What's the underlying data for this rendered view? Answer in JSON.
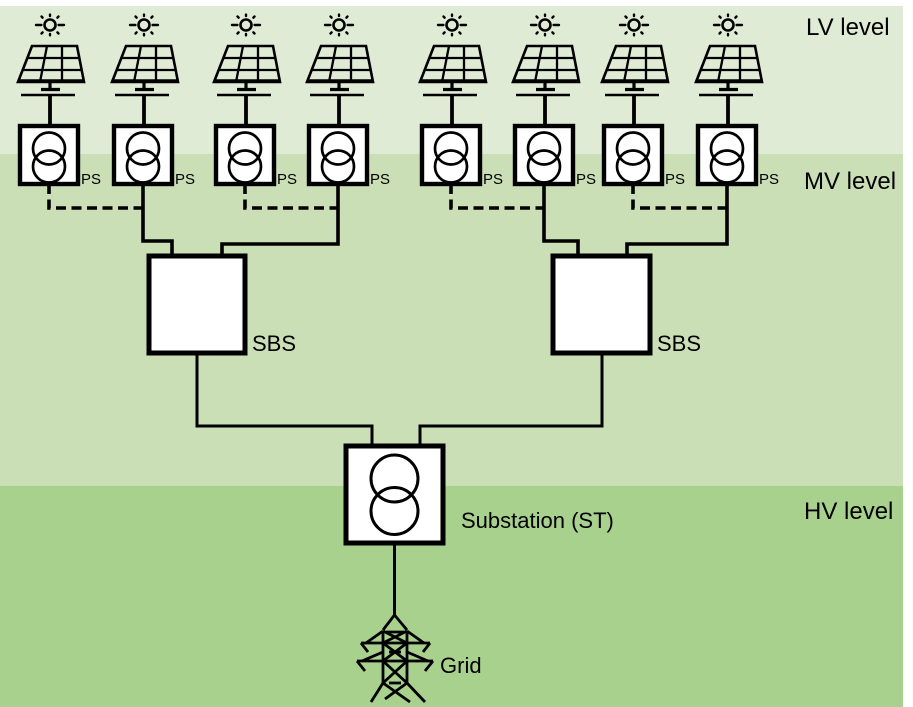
{
  "colors": {
    "lv_band": "#E0EBD6",
    "mv_band": "#CBDFB7",
    "hv_band": "#A9D18E",
    "line": "#000000",
    "box_fill": "#FFFFFF",
    "text": "#000000"
  },
  "levels": [
    {
      "label": "LV level"
    },
    {
      "label": "MV level"
    },
    {
      "label": "HV level"
    }
  ],
  "pv_units": [
    {
      "label": "PS"
    },
    {
      "label": "PS"
    },
    {
      "label": "PS"
    },
    {
      "label": "PS"
    },
    {
      "label": "PS"
    },
    {
      "label": "PS"
    },
    {
      "label": "PS"
    },
    {
      "label": "PS"
    }
  ],
  "collector_stations": [
    {
      "label": "SBS"
    },
    {
      "label": "SBS"
    }
  ],
  "substation": {
    "label": "Substation (ST)"
  },
  "grid": {
    "label": "Grid"
  },
  "icons": {
    "sun": "sun-icon",
    "solar_panel": "solar-panel-icon",
    "transformer": "transformer-icon",
    "transmission_tower": "transmission-tower-icon"
  }
}
